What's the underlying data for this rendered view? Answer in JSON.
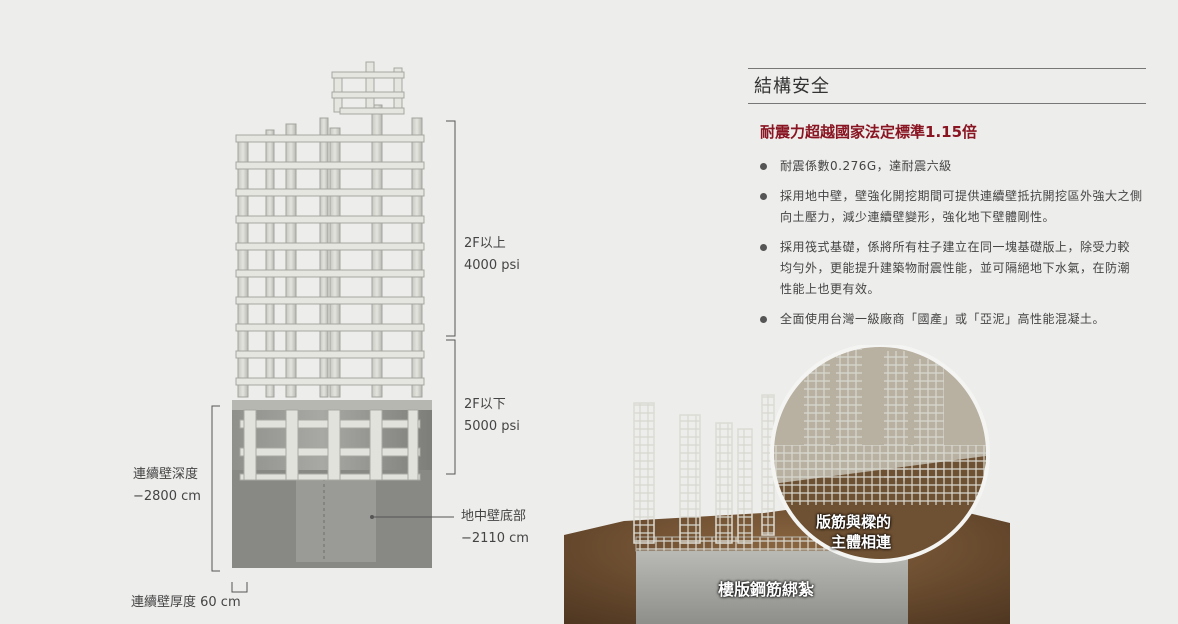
{
  "section": {
    "title": "結構安全",
    "subtitle": "耐震力超越國家法定標準1.15倍",
    "bullets": [
      "耐震係數0.276G，達耐震六級",
      "採用地中壁，壁強化開挖期間可提供連續壁抵抗開挖區外強大之側向土壓力，減少連續壁變形，強化地下壁體剛性。",
      "採用筏式基礎，係將所有柱子建立在同一塊基礎版上，除受力較均勻外，更能提升建築物耐震性能，並可隔絕地下水氣，在防潮性能上也更有效。",
      "全面使用台灣一級廠商「國產」或「亞泥」高性能混凝土。"
    ]
  },
  "building": {
    "upper_floor": {
      "label": "2F以上",
      "value": "4000 psi"
    },
    "lower_floor": {
      "label": "2F以下",
      "value": "5000 psi"
    },
    "wall_depth": {
      "label": "連續壁深度",
      "value": "−2800 cm"
    },
    "wall_bottom": {
      "label": "地中壁底部",
      "value": "−2110 cm"
    },
    "wall_thickness": "連續壁厚度 60 cm"
  },
  "photo": {
    "callout": [
      "版筋與樑的",
      "主體相連"
    ],
    "caption": "樓版鋼筋綁紮"
  },
  "colors": {
    "background": "#ededeb",
    "accent": "#8a1522",
    "concrete": "#d2d2cc",
    "soil": "#6b4a2c"
  }
}
